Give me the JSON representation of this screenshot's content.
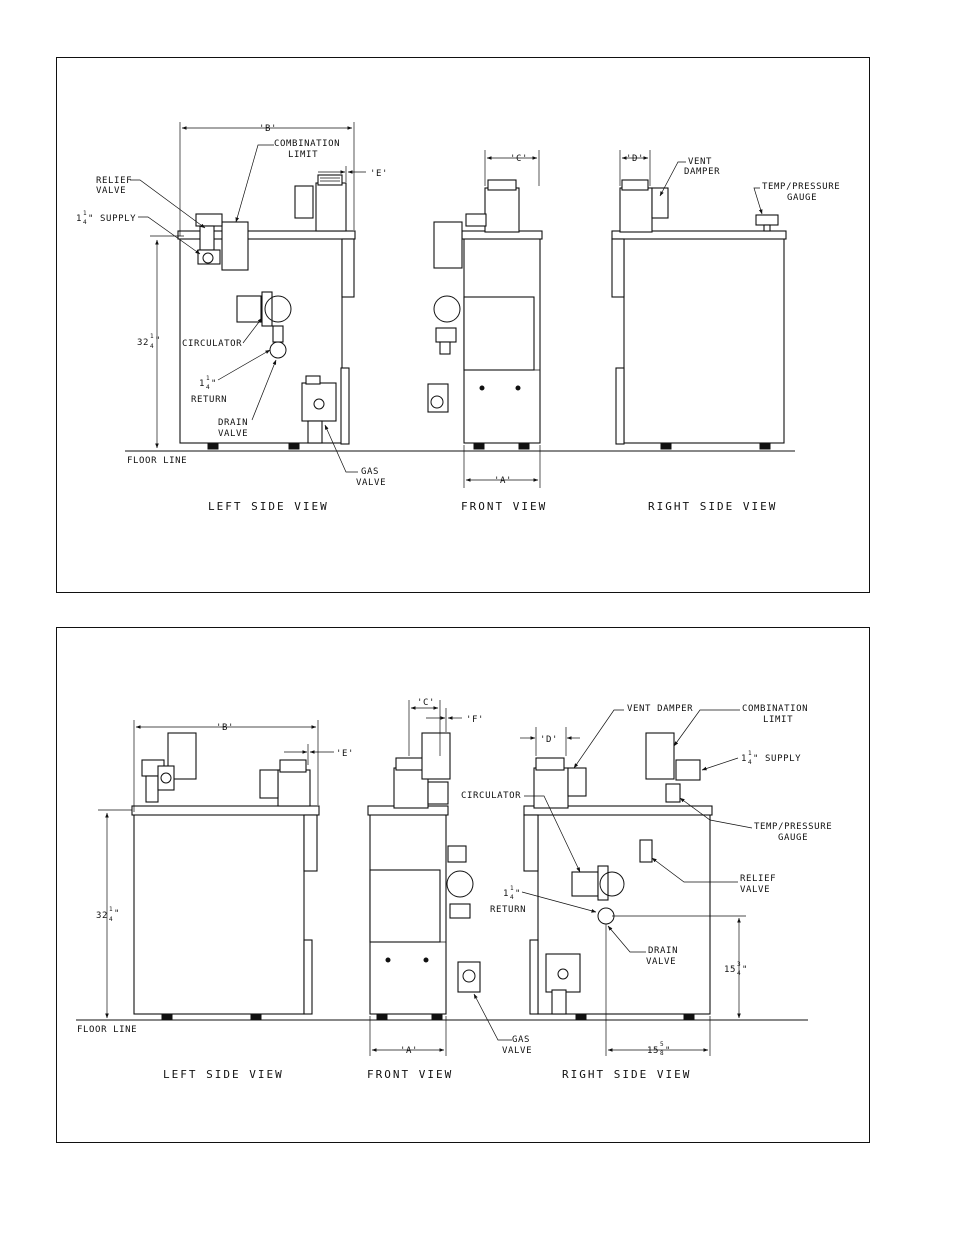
{
  "top": {
    "dims": {
      "a": "'A'",
      "b": "'B'",
      "c": "'C'",
      "d": "'D'",
      "e": "'E'"
    },
    "height": {
      "whole": "32",
      "num": "1",
      "den": "4",
      "unit": "\""
    },
    "supply": {
      "whole": "1",
      "num": "1",
      "den": "4",
      "text": "\" SUPPLY"
    },
    "ret": {
      "whole": "1",
      "num": "1",
      "den": "4",
      "text": "\"",
      "word": "RETURN"
    },
    "labels": {
      "combination": [
        "COMBINATION",
        "LIMIT"
      ],
      "relief": [
        "RELIEF",
        "VALVE"
      ],
      "vent": [
        "VENT",
        "DAMPER"
      ],
      "temp": [
        "TEMP/PRESSURE",
        "GAUGE"
      ],
      "circulator": "CIRCULATOR",
      "drain": [
        "DRAIN",
        "VALVE"
      ],
      "gas": [
        "GAS",
        "VALVE"
      ],
      "floor": "FLOOR LINE"
    },
    "views": [
      "LEFT SIDE VIEW",
      "FRONT VIEW",
      "RIGHT SIDE VIEW"
    ]
  },
  "bottom": {
    "dims": {
      "a": "'A'",
      "b": "'B'",
      "c": "'C'",
      "d": "'D'",
      "e": "'E'",
      "f": "'F'"
    },
    "height": {
      "whole": "32",
      "num": "1",
      "den": "4",
      "unit": "\""
    },
    "supply": {
      "whole": "1",
      "num": "1",
      "den": "4",
      "text": "\" SUPPLY"
    },
    "ret": {
      "whole": "1",
      "num": "1",
      "den": "4",
      "text": "\"",
      "word": "RETURN"
    },
    "h15": {
      "whole": "15",
      "num": "3",
      "den": "4",
      "unit": "\""
    },
    "w15": {
      "whole": "15",
      "num": "5",
      "den": "8",
      "unit": "\""
    },
    "labels": {
      "vent": "VENT DAMPER",
      "combination": [
        "COMBINATION",
        "LIMIT"
      ],
      "circulator": "CIRCULATOR",
      "temp": [
        "TEMP/PRESSURE",
        "GAUGE"
      ],
      "relief": [
        "RELIEF",
        "VALVE"
      ],
      "drain": [
        "DRAIN",
        "VALVE"
      ],
      "gas": [
        "GAS",
        "VALVE"
      ],
      "floor": "FLOOR LINE"
    },
    "views": [
      "LEFT SIDE VIEW",
      "FRONT VIEW",
      "RIGHT SIDE VIEW"
    ]
  }
}
